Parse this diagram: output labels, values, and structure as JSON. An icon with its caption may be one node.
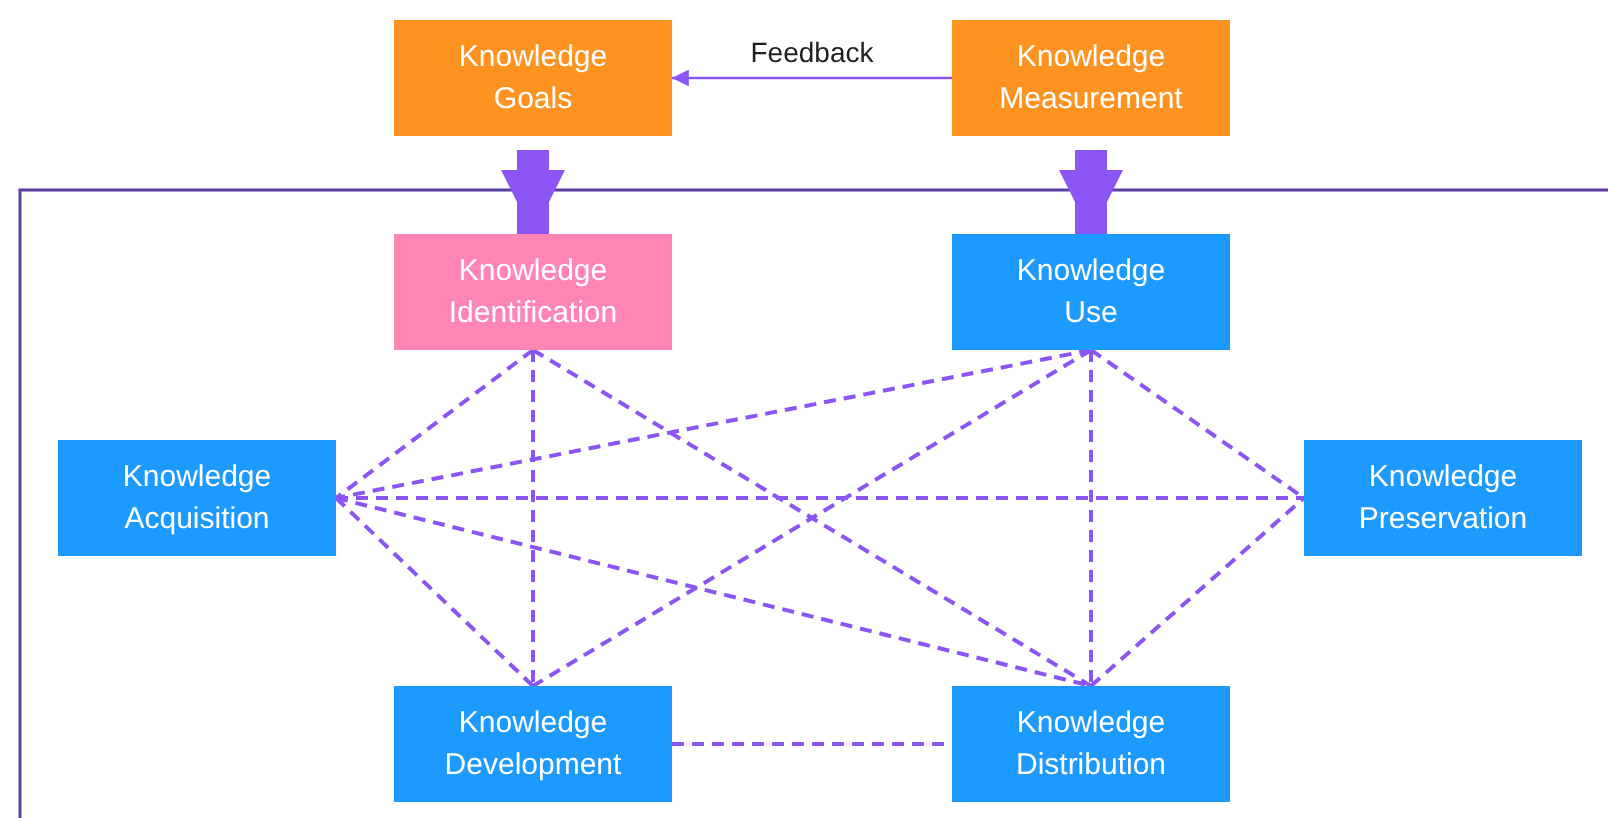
{
  "diagram": {
    "nodes": [
      {
        "text": [
          "Knowledge Goals"
        ]
      },
      {
        "text": [
          "Knowledge Measurement"
        ]
      },
      {
        "text": [
          "Knowledge Identification"
        ]
      },
      {
        "text": [
          "Knowledge Use"
        ]
      },
      {
        "text": [
          "Knowledge Acquisition"
        ]
      },
      {
        "text": [
          "Knowledge Preservation"
        ]
      },
      {
        "text": [
          "Knowledge Development"
        ]
      },
      {
        "text": [
          "Knowledge Distribution"
        ]
      }
    ],
    "edges": [
      {
        "from": 1,
        "to": 0,
        "arrow": "to",
        "label": "Feedback"
      },
      {
        "from": 0,
        "to": 2,
        "arrow": "to",
        "style": "thick"
      },
      {
        "from": 1,
        "to": 3,
        "arrow": "to",
        "style": "thick"
      },
      {
        "from": 2,
        "to": 4,
        "arrow": "none",
        "style": "dashed"
      },
      {
        "from": 2,
        "to": 6,
        "arrow": "none",
        "style": "dashed"
      },
      {
        "from": 2,
        "to": 7,
        "arrow": "none",
        "style": "dashed"
      },
      {
        "from": 3,
        "to": 4,
        "arrow": "none",
        "style": "dashed"
      },
      {
        "from": 3,
        "to": 6,
        "arrow": "none",
        "style": "dashed"
      },
      {
        "from": 3,
        "to": 7,
        "arrow": "none",
        "style": "dashed"
      },
      {
        "from": 3,
        "to": 5,
        "arrow": "none",
        "style": "dashed"
      },
      {
        "from": 4,
        "to": 5,
        "arrow": "none",
        "style": "dashed"
      },
      {
        "from": 4,
        "to": 6,
        "arrow": "none",
        "style": "dashed"
      },
      {
        "from": 4,
        "to": 7,
        "arrow": "none",
        "style": "dashed"
      },
      {
        "from": 6,
        "to": 7,
        "arrow": "none",
        "style": "dashed"
      },
      {
        "from": 7,
        "to": 5,
        "arrow": "none",
        "style": "dashed"
      }
    ]
  }
}
